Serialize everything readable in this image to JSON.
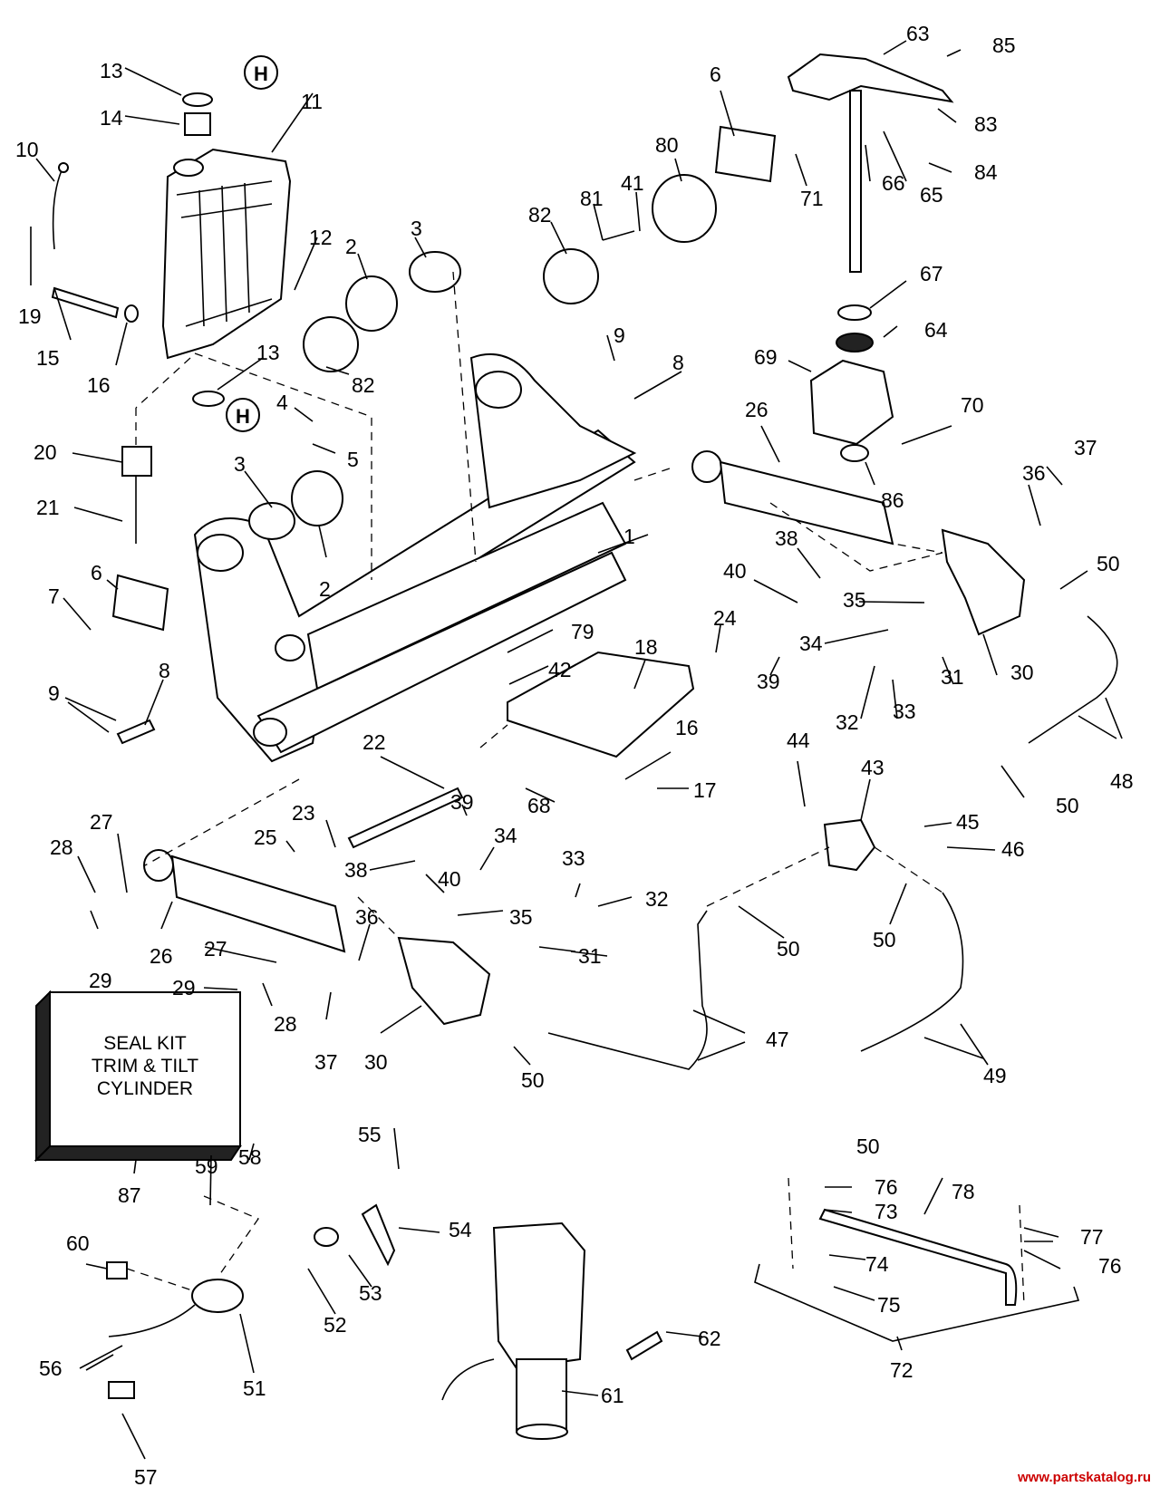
{
  "seal_kit": {
    "line1": "SEAL KIT",
    "line2": "TRIM & TILT",
    "line3": "CYLINDER"
  },
  "watermark": "www.partskatalog.ru",
  "callouts": [
    "1",
    "2",
    "2",
    "3",
    "3",
    "4",
    "5",
    "6",
    "6",
    "7",
    "8",
    "8",
    "9",
    "9",
    "10",
    "11",
    "12",
    "13",
    "13",
    "14",
    "15",
    "16",
    "16",
    "17",
    "18",
    "19",
    "20",
    "21",
    "22",
    "23",
    "24",
    "25",
    "26",
    "26",
    "27",
    "27",
    "28",
    "28",
    "29",
    "29",
    "30",
    "30",
    "31",
    "31",
    "32",
    "32",
    "33",
    "33",
    "34",
    "34",
    "35",
    "35",
    "36",
    "36",
    "37",
    "37",
    "38",
    "38",
    "39",
    "39",
    "40",
    "40",
    "41",
    "42",
    "43",
    "44",
    "45",
    "46",
    "47",
    "48",
    "49",
    "50",
    "50",
    "50",
    "50",
    "50",
    "50",
    "51",
    "52",
    "53",
    "54",
    "55",
    "56",
    "57",
    "58",
    "59",
    "60",
    "61",
    "62",
    "63",
    "64",
    "65",
    "66",
    "67",
    "68",
    "69",
    "70",
    "71",
    "72",
    "73",
    "74",
    "75",
    "76",
    "76",
    "77",
    "78",
    "79",
    "80",
    "81",
    "82",
    "82",
    "83",
    "84",
    "85",
    "86",
    "87"
  ]
}
